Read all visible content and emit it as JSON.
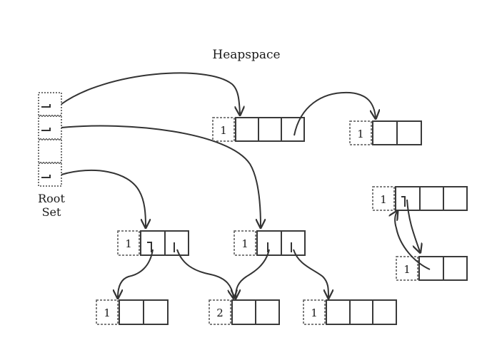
{
  "diagram": {
    "title": "Heapspace",
    "root_set": {
      "label_line1": "Root",
      "label_line2": "Set",
      "slots": 4
    },
    "objects": [
      {
        "id": "A",
        "refcount": "1",
        "fields": 3
      },
      {
        "id": "B",
        "refcount": "1",
        "fields": 2
      },
      {
        "id": "C",
        "refcount": "1",
        "fields": 3
      },
      {
        "id": "D",
        "refcount": "1",
        "fields": 2
      },
      {
        "id": "E",
        "refcount": "1",
        "fields": 2
      },
      {
        "id": "F",
        "refcount": "1",
        "fields": 2
      },
      {
        "id": "G",
        "refcount": "2",
        "fields": 2
      },
      {
        "id": "H",
        "refcount": "1",
        "fields": 3
      },
      {
        "id": "I",
        "refcount": "1",
        "fields": 2
      }
    ],
    "references": [
      {
        "from": "root-slot-1",
        "to": "A"
      },
      {
        "from": "root-slot-2",
        "to": "E"
      },
      {
        "from": "root-slot-4",
        "to": "D"
      },
      {
        "from": "A-field-3",
        "to": "B"
      },
      {
        "from": "D-field-1",
        "to": "F"
      },
      {
        "from": "D-field-2",
        "to": "G"
      },
      {
        "from": "E-field-1",
        "to": "G"
      },
      {
        "from": "E-field-2",
        "to": "H"
      },
      {
        "from": "C-field-1",
        "to": "I"
      },
      {
        "from": "I-field-1",
        "to": "C"
      }
    ]
  }
}
